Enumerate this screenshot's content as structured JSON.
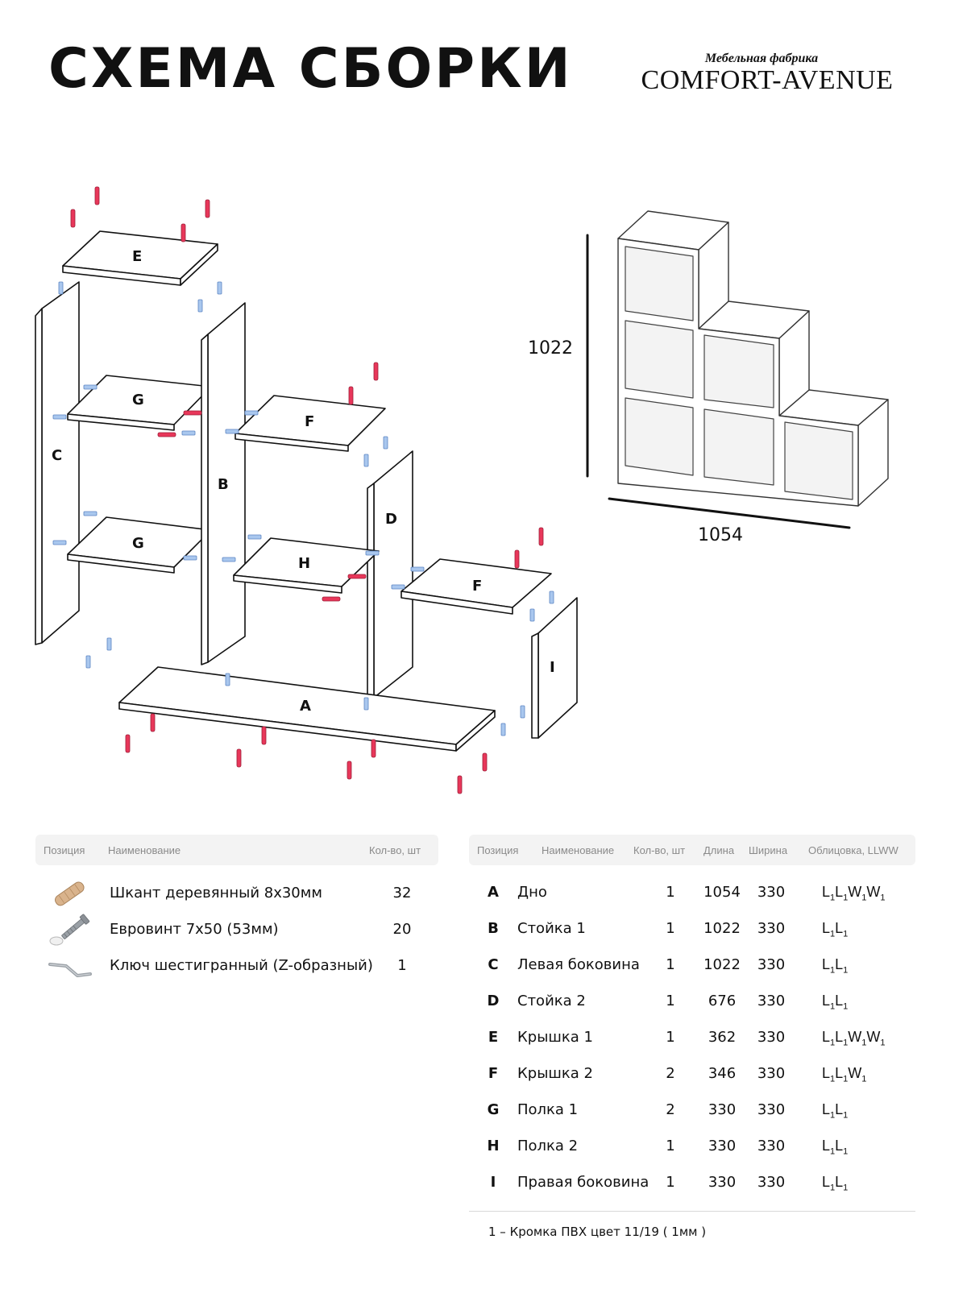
{
  "header": {
    "title": "СХЕМА СБОРКИ",
    "brand_subtitle": "Мебельная фабрика",
    "brand_name": "COMFORT-AVENUE"
  },
  "drawing": {
    "panel_labels": [
      "E",
      "C",
      "G",
      "B",
      "F",
      "D",
      "G",
      "H",
      "F",
      "I",
      "A"
    ],
    "colors": {
      "dowel": "#e8375a",
      "screw": "#7aa7e0",
      "line": "#111111"
    },
    "dimensions": {
      "height": "1022",
      "width": "1054"
    }
  },
  "hardware": {
    "headers": {
      "position": "Позиция",
      "name": "Наименование",
      "qty": "Кол-во, шт"
    },
    "items": [
      {
        "icon": "wooden-dowel-icon",
        "name": "Шкант деревянный 8х30мм",
        "qty": "32"
      },
      {
        "icon": "eurobolt-screw-icon",
        "name": "Евровинт 7х50 (53мм)",
        "qty": "20"
      },
      {
        "icon": "hex-key-icon",
        "name": "Ключ шестигранный (Z-образный)",
        "qty": "1"
      }
    ]
  },
  "parts": {
    "headers": {
      "position": "Позиция",
      "name": "Наименование",
      "qty": "Кол-во, шт",
      "length": "Длина",
      "width": "Ширина",
      "edging": "Облицовка, LLWW"
    },
    "rows": [
      {
        "code": "A",
        "name": "Дно",
        "qty": "1",
        "length": "1054",
        "width": "330",
        "edging": [
          "L",
          "L",
          "W",
          "W"
        ]
      },
      {
        "code": "B",
        "name": "Стойка 1",
        "qty": "1",
        "length": "1022",
        "width": "330",
        "edging": [
          "L",
          "L"
        ]
      },
      {
        "code": "C",
        "name": "Левая боковина",
        "qty": "1",
        "length": "1022",
        "width": "330",
        "edging": [
          "L",
          "L"
        ]
      },
      {
        "code": "D",
        "name": "Стойка 2",
        "qty": "1",
        "length": "676",
        "width": "330",
        "edging": [
          "L",
          "L"
        ]
      },
      {
        "code": "E",
        "name": "Крышка 1",
        "qty": "1",
        "length": "362",
        "width": "330",
        "edging": [
          "L",
          "L",
          "W",
          "W"
        ]
      },
      {
        "code": "F",
        "name": "Крышка 2",
        "qty": "2",
        "length": "346",
        "width": "330",
        "edging": [
          "L",
          "L",
          "W"
        ]
      },
      {
        "code": "G",
        "name": "Полка 1",
        "qty": "2",
        "length": "330",
        "width": "330",
        "edging": [
          "L",
          "L"
        ]
      },
      {
        "code": "H",
        "name": "Полка 2",
        "qty": "1",
        "length": "330",
        "width": "330",
        "edging": [
          "L",
          "L"
        ]
      },
      {
        "code": "I",
        "name": "Правая боковина",
        "qty": "1",
        "length": "330",
        "width": "330",
        "edging": [
          "L",
          "L"
        ]
      }
    ],
    "edge_subscript": "1"
  },
  "footnote": "1 – Кромка ПВХ цвет 11/19 ( 1мм )"
}
